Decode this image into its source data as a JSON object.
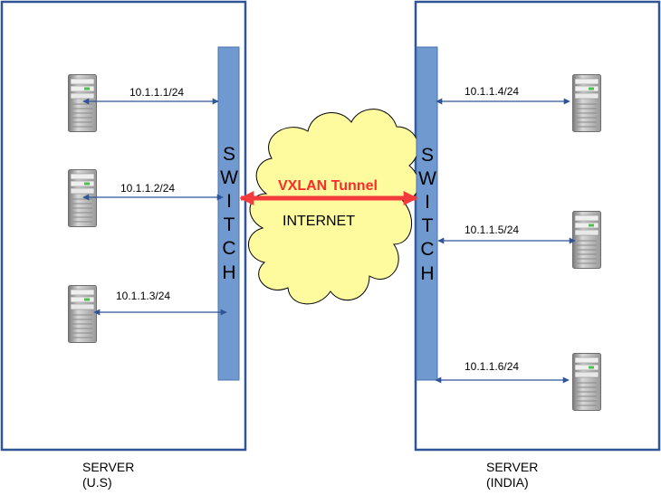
{
  "left_site": {
    "caption_line1": "SERVER",
    "caption_line2": "(U.S)",
    "switch_letters": [
      "S",
      "W",
      "I",
      "T",
      "C",
      "H"
    ],
    "hosts": [
      {
        "ip": "10.1.1.1/24"
      },
      {
        "ip": "10.1.1.2/24"
      },
      {
        "ip": "10.1.1.3/24"
      }
    ]
  },
  "right_site": {
    "caption_line1": "SERVER",
    "caption_line2": "(INDIA)",
    "switch_letters": [
      "S",
      "W",
      "I",
      "T",
      "C",
      "H"
    ],
    "hosts": [
      {
        "ip": "10.1.1.4/24"
      },
      {
        "ip": "10.1.1.5/24"
      },
      {
        "ip": "10.1.1.6/24"
      }
    ]
  },
  "cloud": {
    "tunnel_label": "VXLAN Tunnel",
    "network_label": "INTERNET"
  },
  "colors": {
    "frame": "#2f5597",
    "switch_fill": "#6f99cf",
    "switch_stroke": "#4a74ad",
    "link": "#2f5597",
    "cloud_fill": "#fdfb9e",
    "tunnel": "#f43b3b"
  }
}
